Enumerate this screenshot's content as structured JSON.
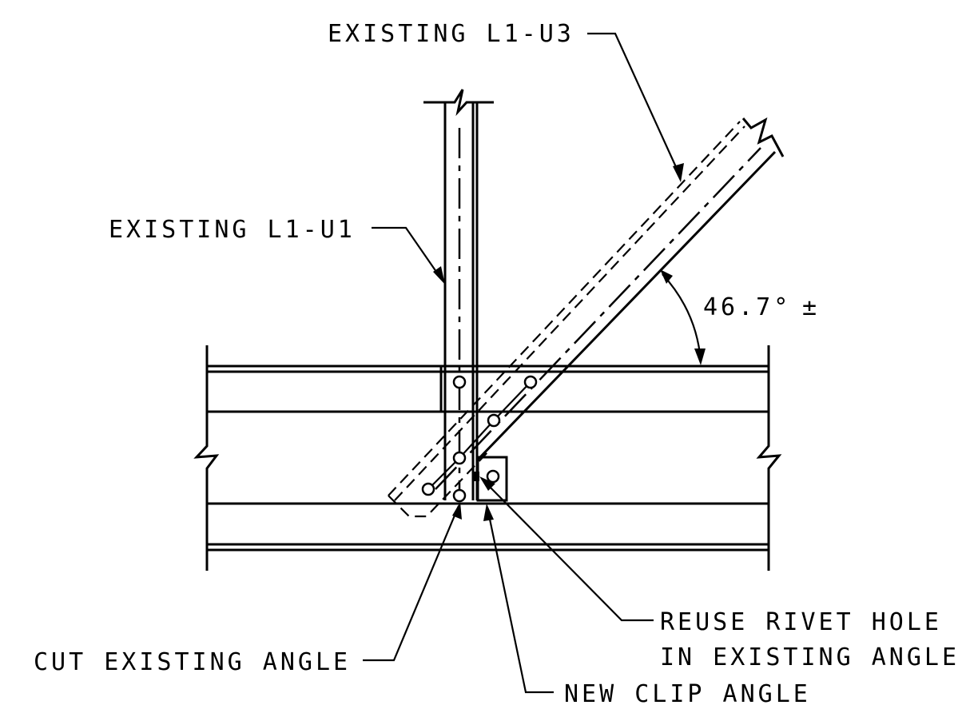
{
  "labels": {
    "existing_l1_u3": "EXISTING L1-U3",
    "existing_l1_u1": "EXISTING L1-U1",
    "angle_value": "46.7°",
    "plus_minus": "±",
    "reuse_rivet_hole_line1": "REUSE RIVET HOLE",
    "reuse_rivet_hole_line2": "IN EXISTING ANGLE",
    "cut_existing_angle": "CUT EXISTING ANGLE",
    "new_clip_angle": "NEW CLIP ANGLE"
  },
  "colors": {
    "ink": "#000000",
    "paper": "#ffffff"
  }
}
